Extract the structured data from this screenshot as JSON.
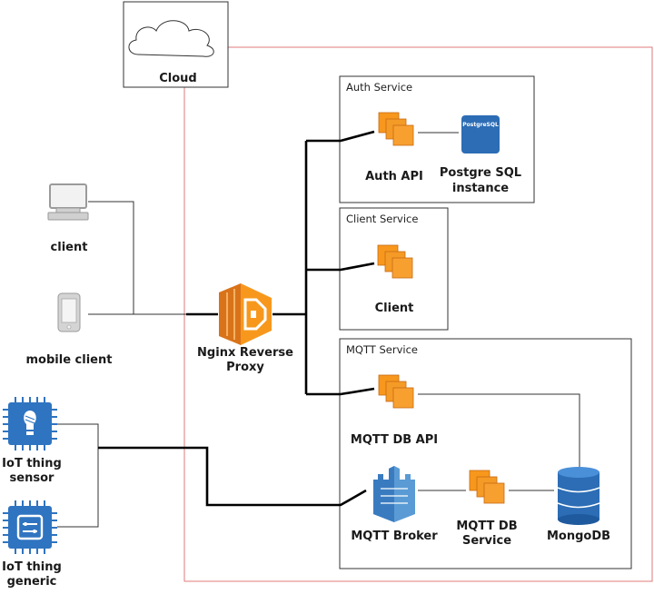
{
  "cloud": {
    "label": "Cloud"
  },
  "clients": {
    "desktop": "client",
    "mobile": "mobile client",
    "iot_sensor": [
      "IoT thing",
      "sensor"
    ],
    "iot_generic": [
      "IoT thing",
      "generic"
    ]
  },
  "proxy": {
    "label": [
      "Nginx Reverse",
      "Proxy"
    ]
  },
  "auth_service": {
    "title": "Auth Service",
    "api": "Auth  API",
    "db_icon_text": "PostgreSQL",
    "db": [
      "Postgre SQL",
      "instance"
    ]
  },
  "client_service": {
    "title": "Client Service",
    "app": "Client"
  },
  "mqtt_service": {
    "title": "MQTT Service",
    "db_api": "MQTT DB API",
    "broker": "MQTT Broker",
    "db_service": [
      "MQTT DB",
      "Service"
    ],
    "mongo": "MongoDB"
  },
  "colors": {
    "cloud_border": "#e07a7a",
    "aws_orange": "#f7981d",
    "aws_orange_dark": "#d9731a",
    "postgres_blue": "#2c6db5",
    "mongo_blue": "#2c6db5",
    "iot_blue": "#2f74c0",
    "grey_device": "#c8c8c8"
  }
}
